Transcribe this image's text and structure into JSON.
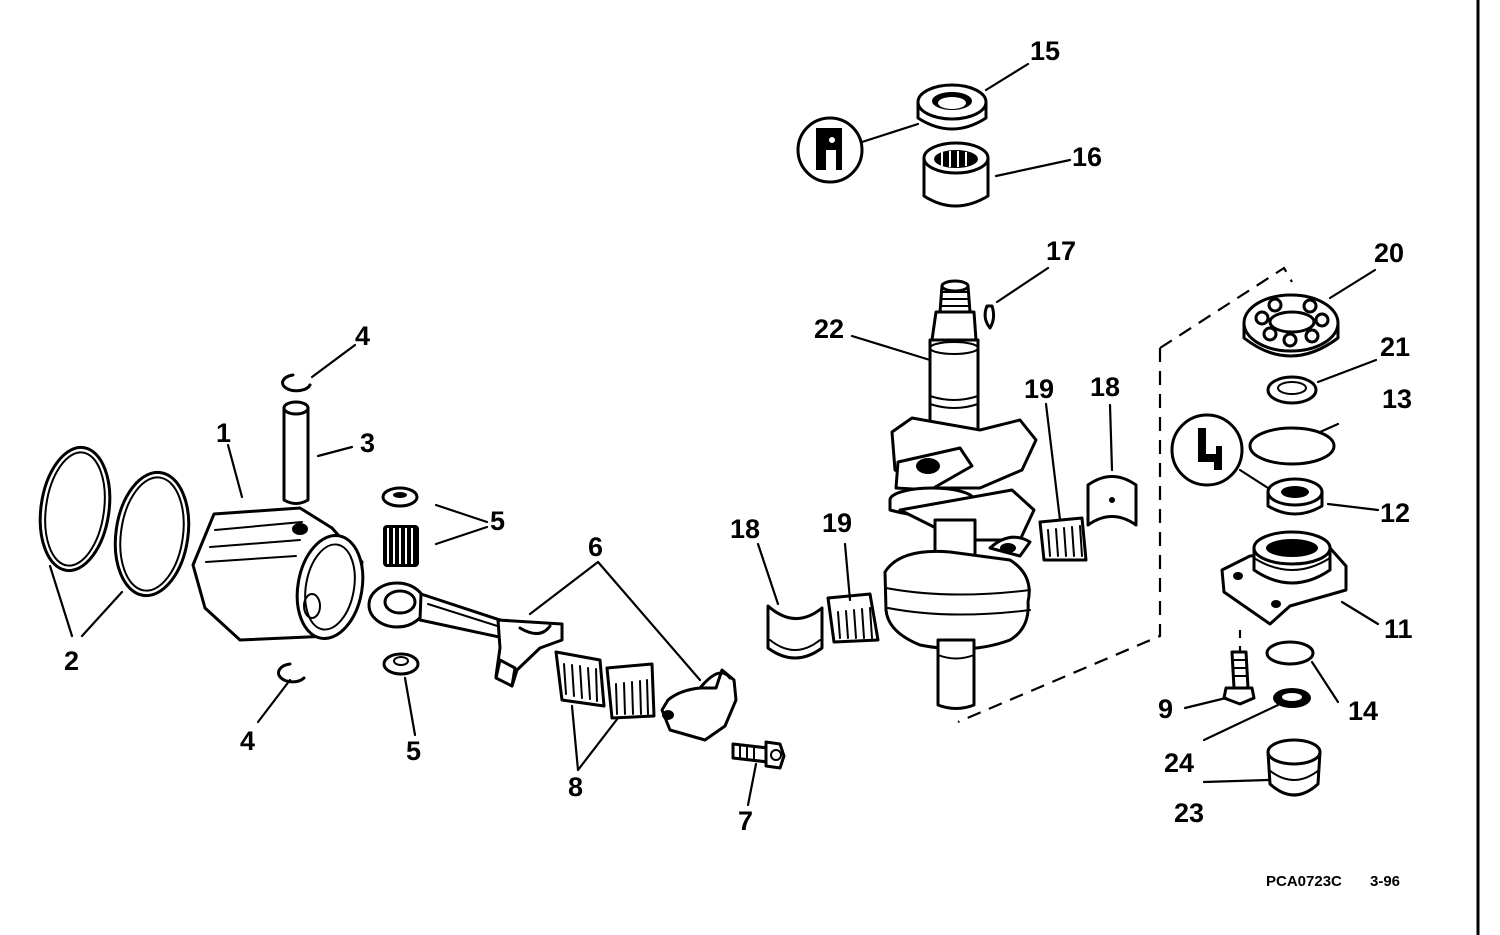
{
  "figure_code": "PCA0723C",
  "figure_date": "3-96",
  "callouts": {
    "c1": "1",
    "c2": "2",
    "c3": "3",
    "c4a": "4",
    "c4b": "4",
    "c5a": "5",
    "c5b": "5",
    "c6": "6",
    "c7": "7",
    "c8": "8",
    "c9": "9",
    "c11": "11",
    "c12": "12",
    "c13": "13",
    "c14": "14",
    "c15": "15",
    "c16": "16",
    "c17": "17",
    "c18a": "18",
    "c18b": "18",
    "c19a": "19",
    "c19b": "19",
    "c20": "20",
    "c21": "21",
    "c22": "22",
    "c23": "23",
    "c24": "24"
  }
}
